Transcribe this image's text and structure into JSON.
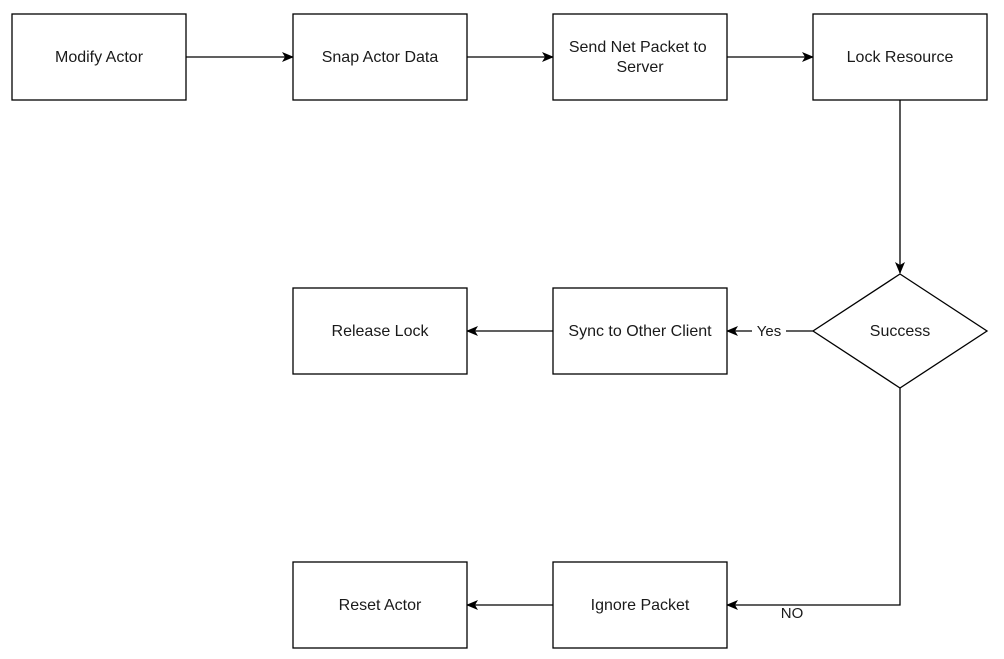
{
  "nodes": {
    "modify_actor": {
      "label": "Modify Actor"
    },
    "snap_actor_data": {
      "label": "Snap Actor Data"
    },
    "send_packet": {
      "lines": [
        "Send Net Packet to",
        "Server"
      ]
    },
    "lock_resource": {
      "label": "Lock Resource"
    },
    "success": {
      "label": "Success"
    },
    "sync_client": {
      "label": "Sync to Other Client"
    },
    "release_lock": {
      "label": "Release Lock"
    },
    "ignore_packet": {
      "label": "Ignore Packet"
    },
    "reset_actor": {
      "label": "Reset Actor"
    }
  },
  "edges": {
    "yes_label": "Yes",
    "no_label": "NO"
  }
}
